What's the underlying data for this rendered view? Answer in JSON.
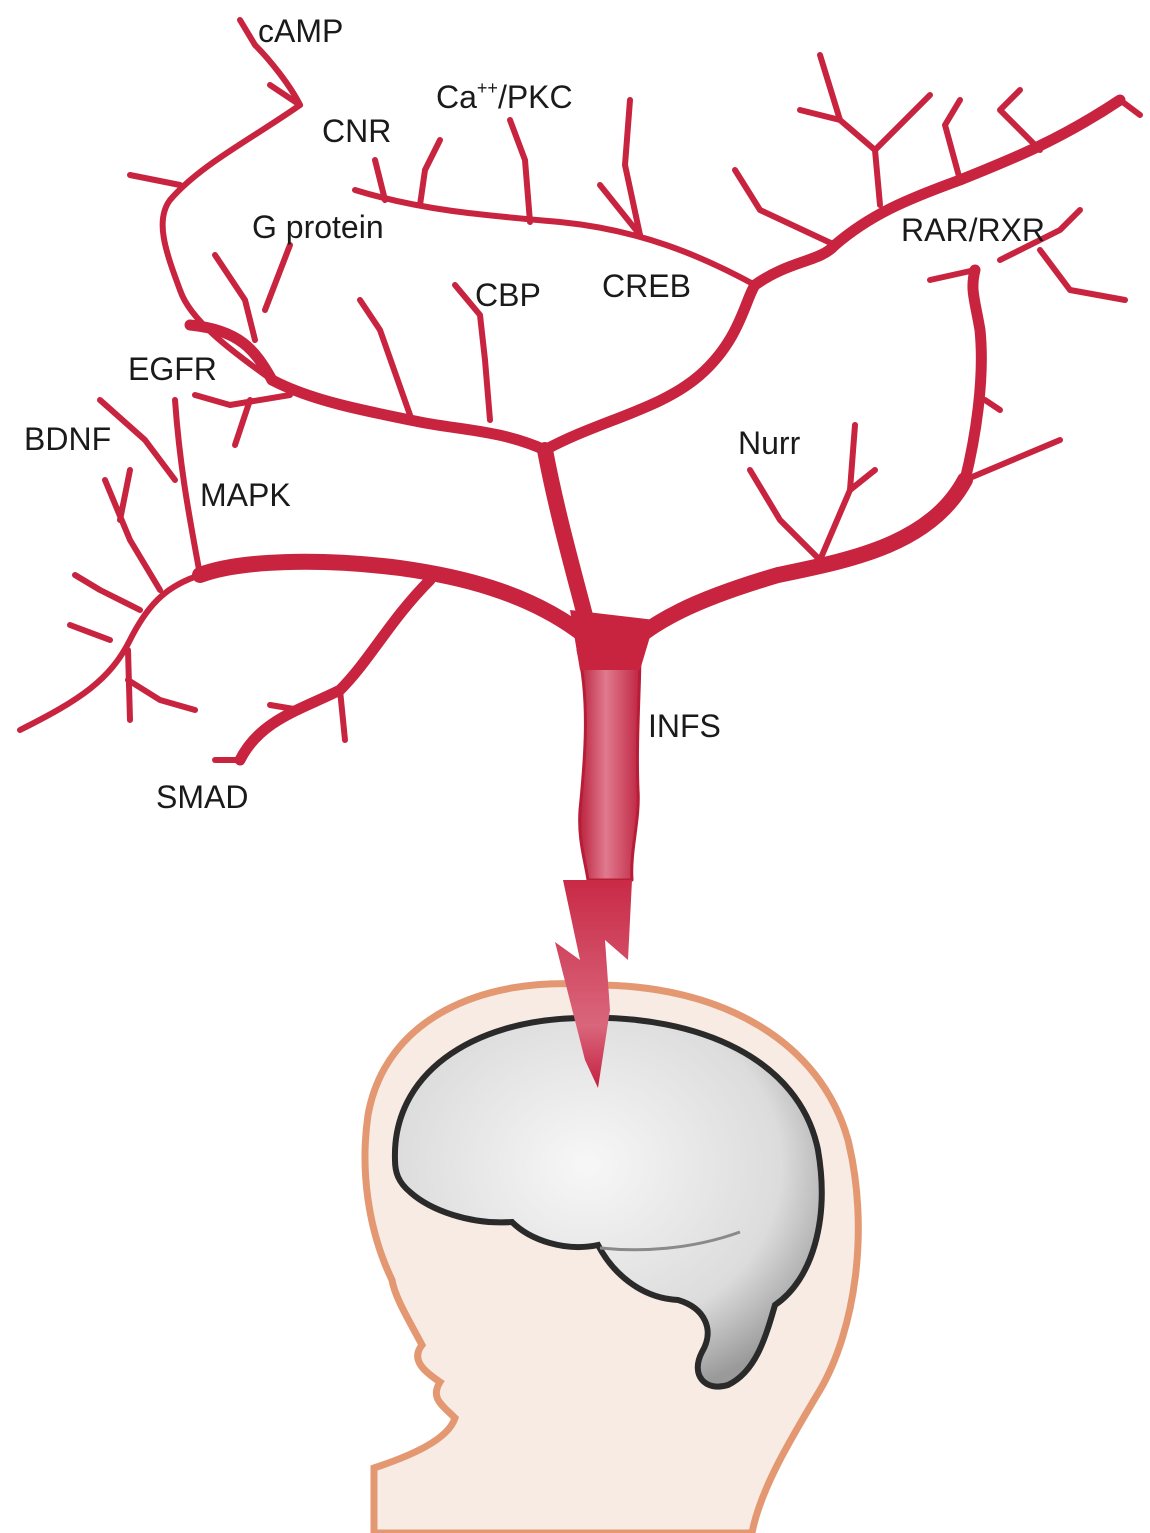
{
  "diagram": {
    "pathways": {
      "camp": "cAMP",
      "ca_pkc_prefix": "Ca",
      "ca_pkc_sup": "++",
      "ca_pkc_suffix": "/PKC",
      "cnr": "CNR",
      "g_protein": "G protein",
      "cbp": "CBP",
      "creb": "CREB",
      "rar_rxr": "RAR/RXR",
      "egfr": "EGFR",
      "bdnf": "BDNF",
      "mapk": "MAPK",
      "nurr": "Nurr",
      "smad": "SMAD",
      "infs": "INFS"
    },
    "colors": {
      "branch": "#c8243f",
      "branch_dark": "#9e1a31",
      "head_outline": "#e39872",
      "skin": "#f8ebe4",
      "brain_fill": "#e4e4e4",
      "brain_outline": "#2a2a2a",
      "label": "#1a1a1a"
    }
  }
}
